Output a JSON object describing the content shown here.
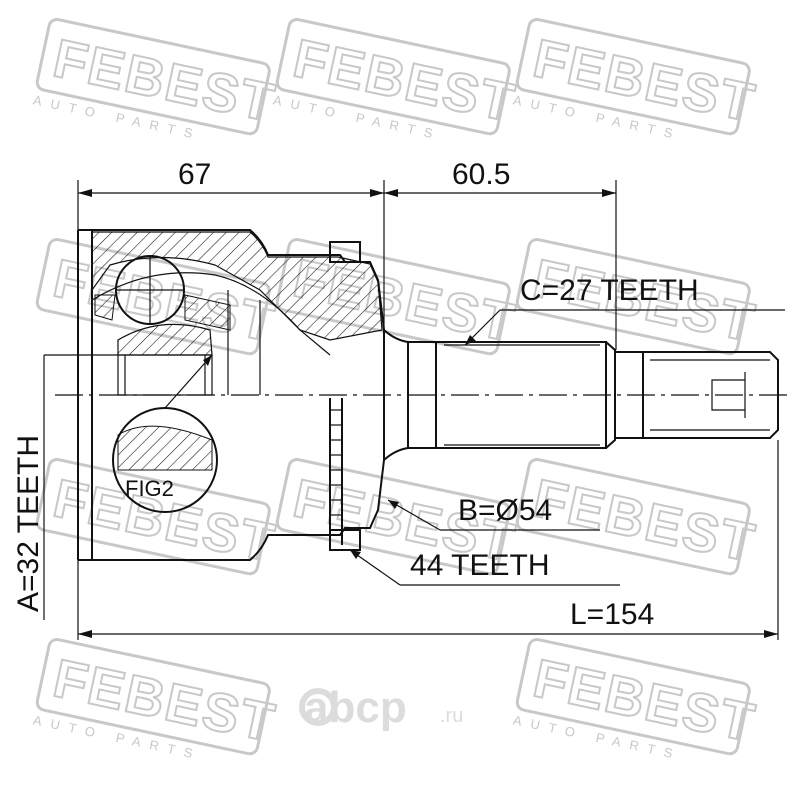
{
  "watermark": {
    "brand": "FEBEST",
    "sub": "AUTO PARTS",
    "site_main": "abcp",
    "site_tld": ".ru"
  },
  "dimensions": {
    "len_67": "67",
    "len_60_5": "60.5",
    "total_length": "L=154",
    "outer_teeth": "A=32 TEETH",
    "inner_teeth": "C=27 TEETH",
    "diameter": "B=Ø54",
    "abs_teeth": "44 TEETH"
  },
  "figure_label": "FIG2",
  "colors": {
    "line": "#111111",
    "watermark": "#c8c8c8"
  }
}
